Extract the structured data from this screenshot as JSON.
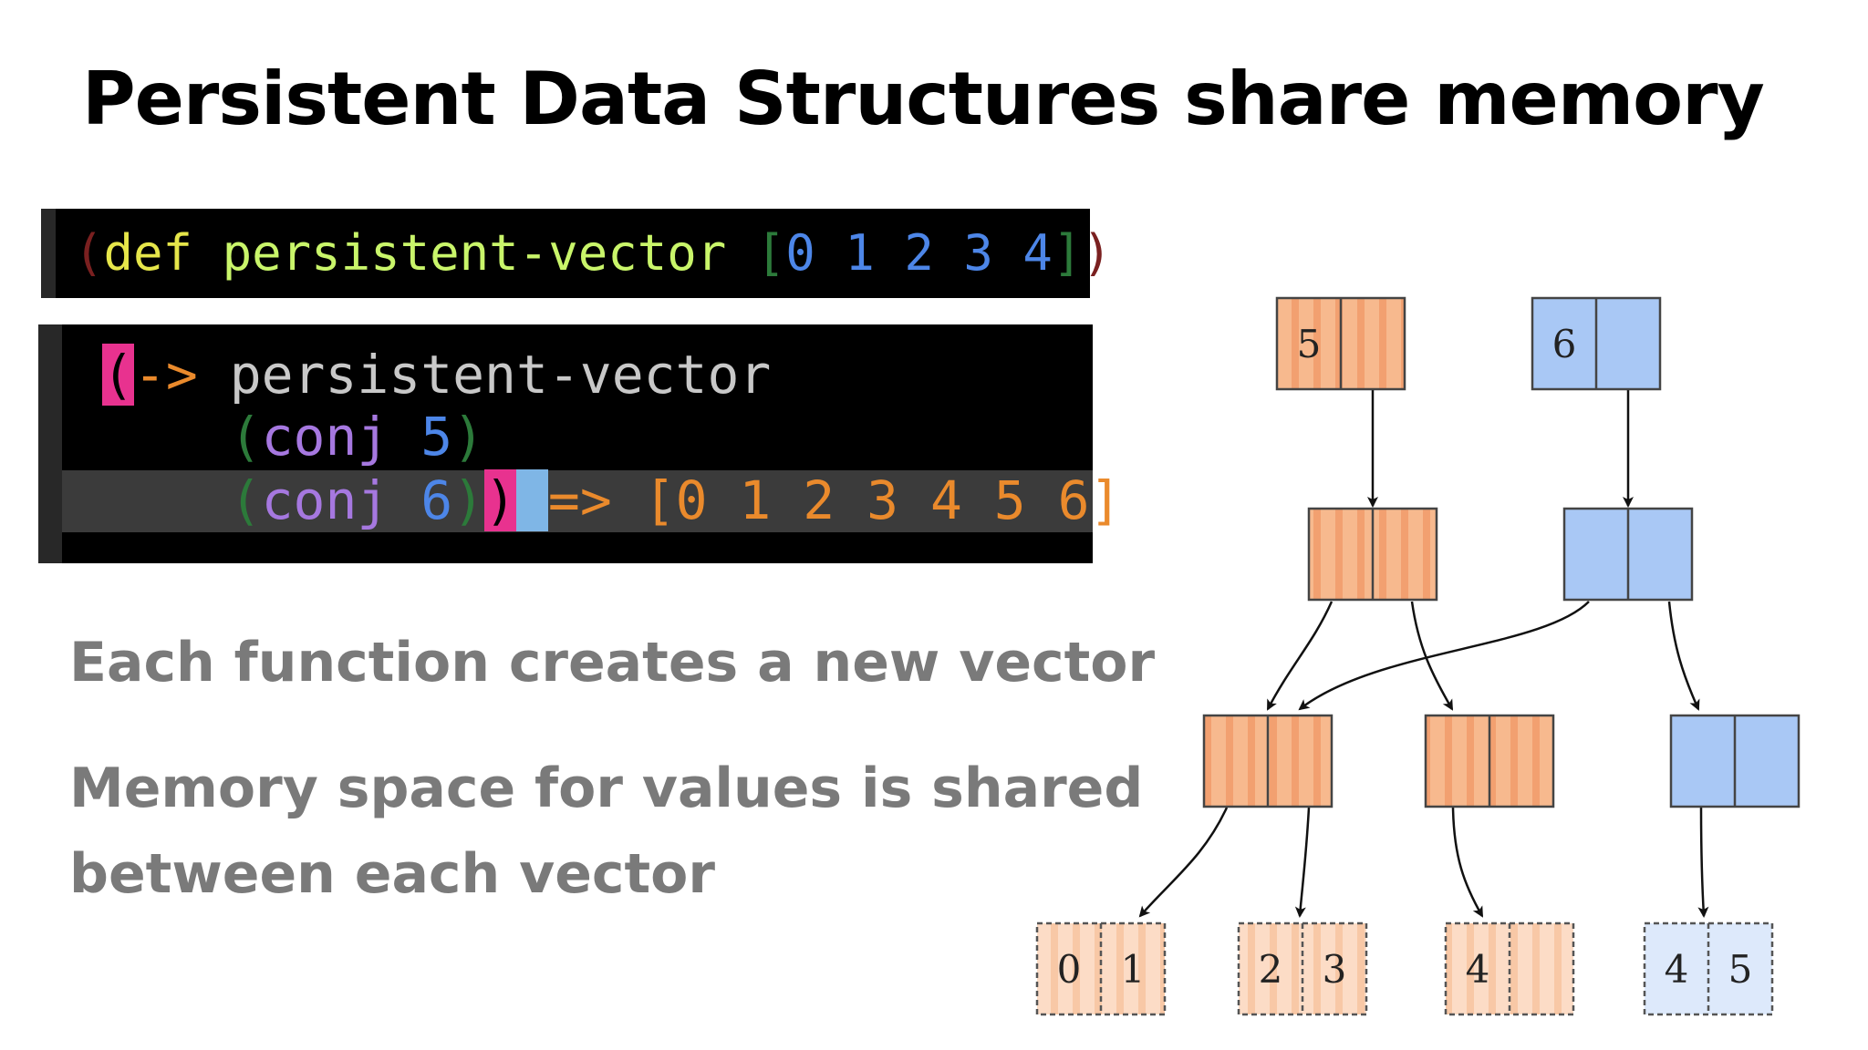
{
  "title": "Persistent Data Structures share memory",
  "code_block_1": {
    "open": "(",
    "def": "def",
    "name": "persistent-vector",
    "vec_open": "[",
    "n0": "0",
    "n1": "1",
    "n2": "2",
    "n3": "3",
    "n4": "4",
    "vec_close": "]",
    "close": ")"
  },
  "code_block_2": {
    "open": "(",
    "arrow": "->",
    "name": "persistent-vector",
    "conj_open_1": "(",
    "conj_1": "conj",
    "arg_1": "5",
    "conj_close_1": ")",
    "conj_open_2": "(",
    "conj_2": "conj",
    "arg_2": "6",
    "conj_close_2": ")",
    "close": ")",
    "result_arrow": "=>",
    "result": "[0 1 2 3 4 5 6]"
  },
  "notes": {
    "line1": "Each function creates a new vector",
    "line2a": "Memory space for values is shared",
    "line2b": "between each vector"
  },
  "diagram": {
    "colors": {
      "orange": "#f7b98e",
      "orange_stripe": "#f29f6a",
      "blue": "#a9c8f5",
      "blue_dark": "#9bbdf0",
      "leaf_orange": "#fbdcc4",
      "leaf_blue": "#dde9fb"
    },
    "nodes": {
      "root_orange": {
        "label": "5"
      },
      "root_blue": {
        "label": "6"
      },
      "leaf_01": {
        "a": "0",
        "b": "1"
      },
      "leaf_23": {
        "a": "2",
        "b": "3"
      },
      "leaf_4": {
        "a": "4",
        "b": ""
      },
      "leaf_45": {
        "a": "4",
        "b": "5"
      }
    }
  }
}
